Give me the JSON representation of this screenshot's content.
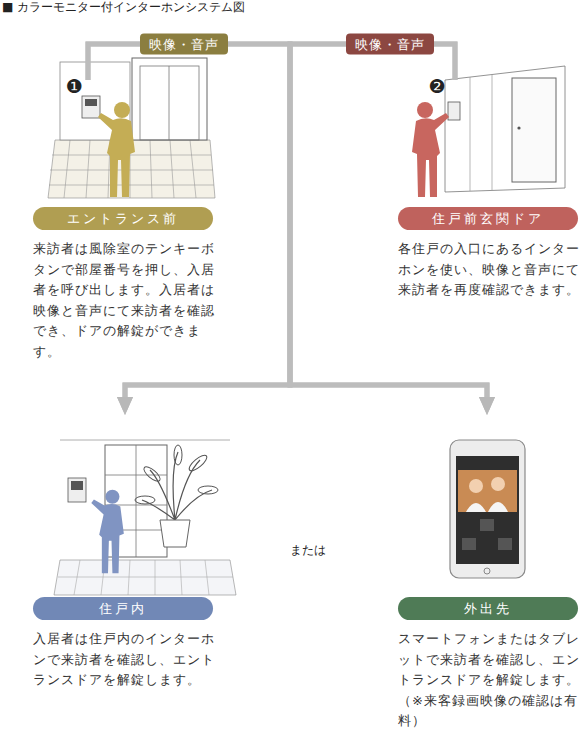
{
  "diagram": {
    "title": "■ カラーモニター付インターホンシステム図",
    "nodes": [
      {
        "text": [
          "エントランス前",
          "来訪者は風除室のテンキーボタンで部屋番号を押し、入居者を呼び出します。入居者は映像と音声にて来訪者を確認でき、ドアの解錠ができます。"
        ]
      },
      {
        "text": [
          "住戸前玄関ドア",
          "各住戸の入口にあるインターホンを使い、映像と音声にて来訪者を再度確認できます。"
        ]
      },
      {
        "text": [
          "住戸内",
          "入居者は住戸内のインターホンで来訪者を確認し、エントランスドアを解錠します。"
        ]
      },
      {
        "text": [
          "外出先",
          "スマートフォンまたはタブレットで来訪者を確認し、エントランスドアを解錠します。",
          "（※来客録画映像の確認は有料）"
        ]
      }
    ],
    "edges": [
      {
        "from": 0,
        "to": 2,
        "arrow": "to",
        "label": "映像・音声"
      },
      {
        "from": 0,
        "to": 3,
        "arrow": "to"
      },
      {
        "from": 1,
        "to": 2,
        "arrow": "to",
        "label": "映像・音声"
      },
      {
        "from": 1,
        "to": 3,
        "arrow": "to"
      }
    ],
    "labels": [
      "❶",
      "❷",
      "または"
    ]
  }
}
